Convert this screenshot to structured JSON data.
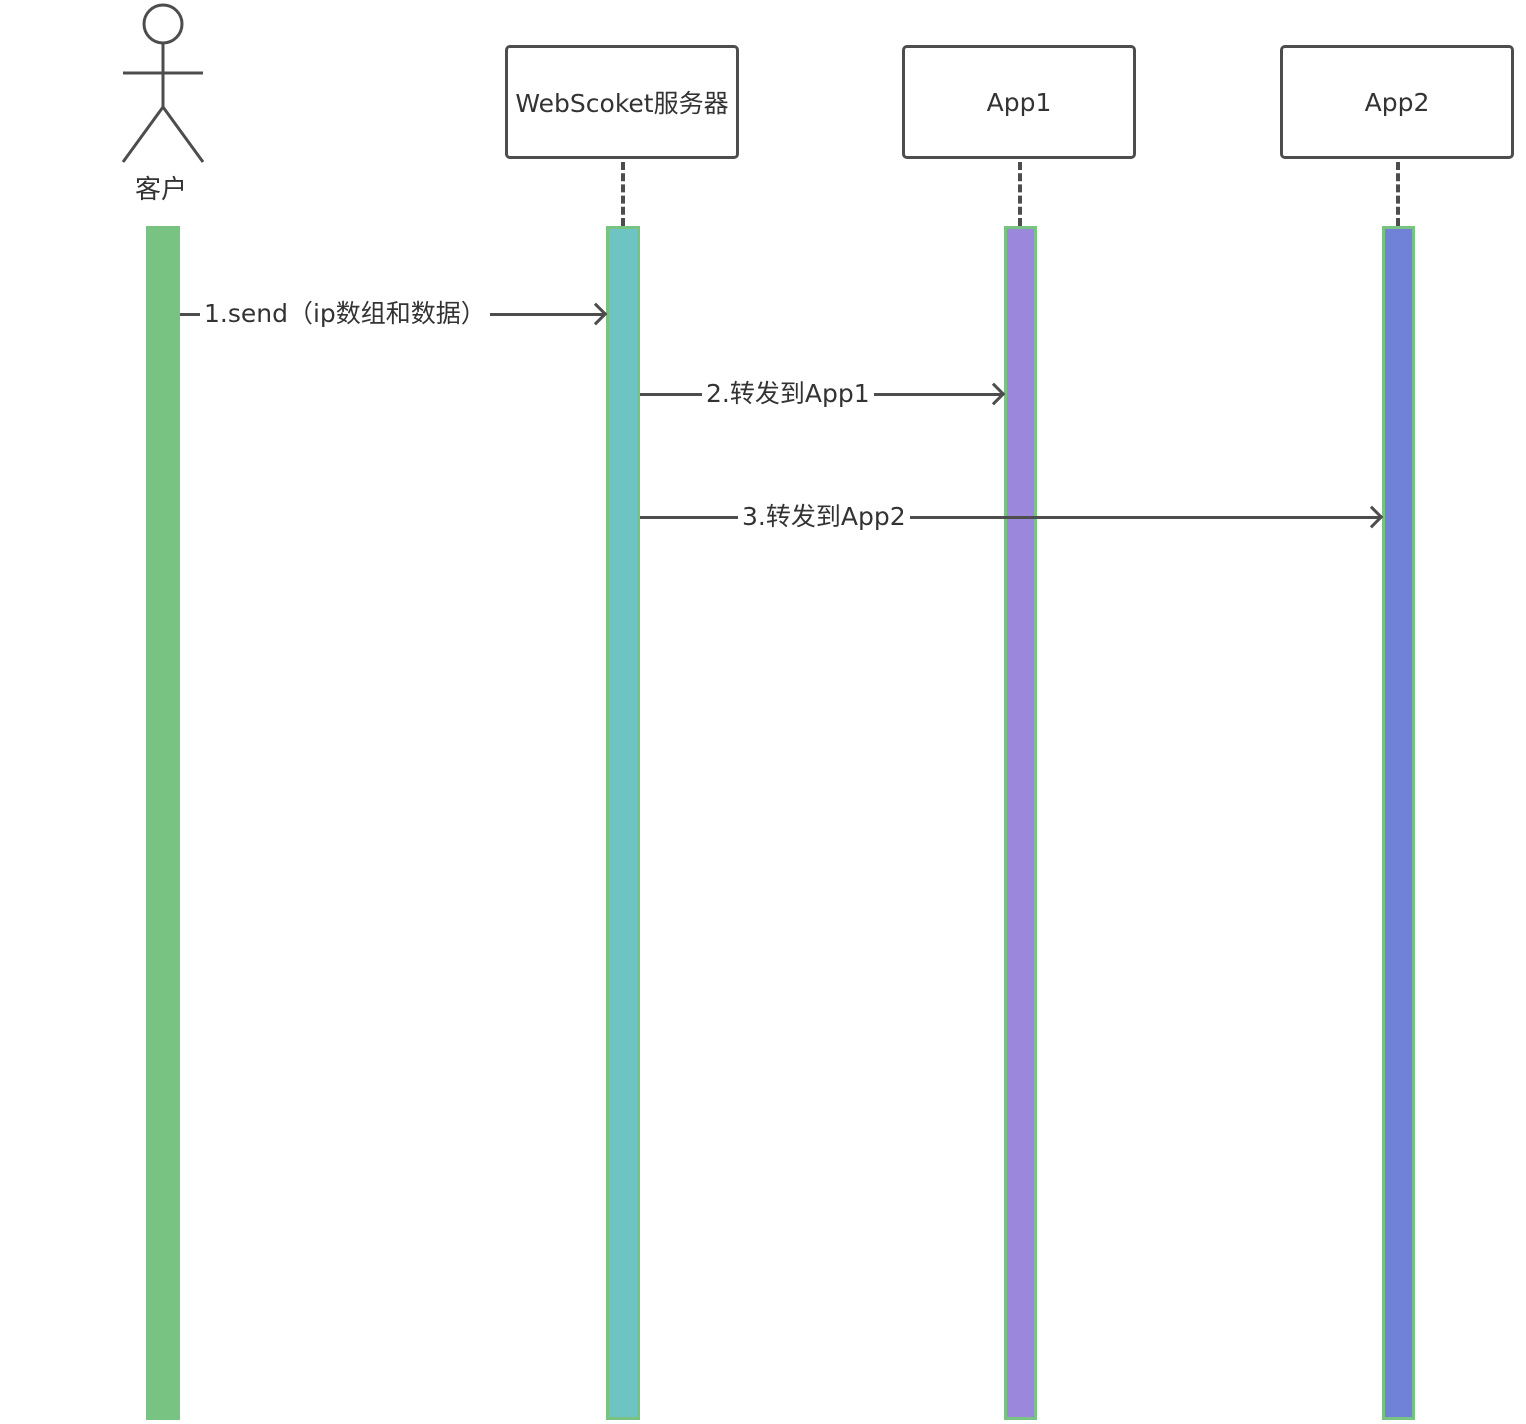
{
  "actor": {
    "label": "客户",
    "icon": "stick-figure-icon"
  },
  "participants": [
    {
      "label": "WebScoket服务器"
    },
    {
      "label": "App1"
    },
    {
      "label": "App2"
    }
  ],
  "messages": [
    {
      "label": "1.send（ip数组和数据）"
    },
    {
      "label": "2.转发到App1"
    },
    {
      "label": "3.转发到App2"
    }
  ],
  "colors": {
    "customer_activation": "#78c282",
    "server_activation": "#6ec3c3",
    "app1_activation": "#9b87dc",
    "app2_activation": "#7082d8",
    "stroke": "#4d4d4d"
  }
}
